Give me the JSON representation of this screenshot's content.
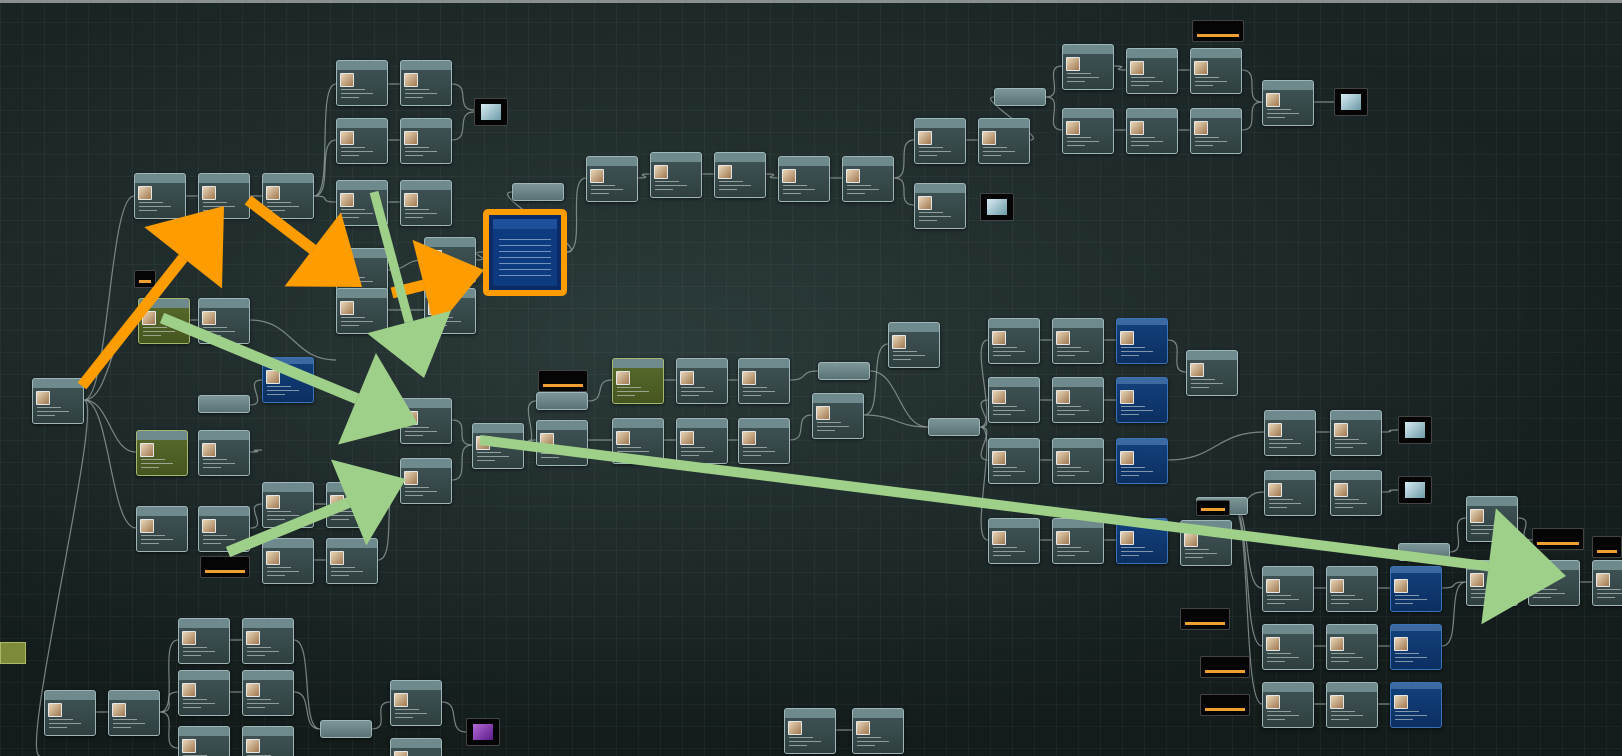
{
  "window": {
    "title": ""
  },
  "graph": {
    "type": "node-graph"
  },
  "colors": {
    "background": "#16201f",
    "node_header": "#6f8a8c",
    "node_body": "#3e5152",
    "node_olive": "#55672a",
    "node_blue": "#0c2f61",
    "wire": "#9aa6a6",
    "highlight": "#ff9d00",
    "arrow_orange": "#ff9d00",
    "arrow_green": "#9fd08a"
  },
  "icons": {
    "node_thumbnail": "image-thumbnail-icon",
    "output_preview": "output-preview-icon"
  },
  "annotations": {
    "orange_path": "orange-arrow-path",
    "green_path": "green-arrow-path",
    "highlighted_node": "highlighted-node"
  }
}
